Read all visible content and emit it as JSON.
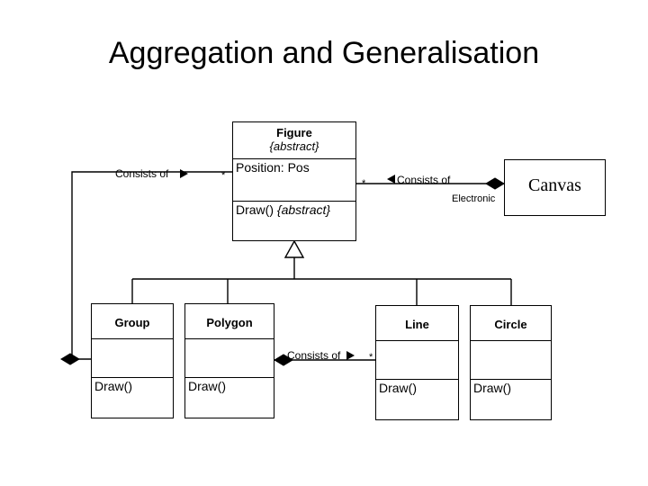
{
  "slide": {
    "title": "Aggregation and Generalisation",
    "background": "#ffffff",
    "line_color": "#000000"
  },
  "classes": {
    "figure": {
      "name": "Figure",
      "stereotype": "{abstract}",
      "attribute": "Position: Pos",
      "operation": "Draw()",
      "operation_modifier": "{abstract}"
    },
    "canvas": {
      "name": "Canvas"
    },
    "group": {
      "name": "Group",
      "operation": "Draw()"
    },
    "polygon": {
      "name": "Polygon",
      "operation": "Draw()"
    },
    "line": {
      "name": "Line",
      "operation": "Draw()"
    },
    "circle": {
      "name": "Circle",
      "operation": "Draw()"
    }
  },
  "relations": {
    "figure_group_aggregation": {
      "label": "Consists of",
      "arrow": "right-triangle",
      "multiplicity": "*",
      "diamond": "filled"
    },
    "canvas_figure_aggregation": {
      "label": "Consists of",
      "arrow": "left-triangle",
      "multiplicity": "*",
      "diamond": "filled",
      "note": "Electronic"
    },
    "polygon_line_aggregation": {
      "label": "Consists of",
      "arrow": "right-triangle",
      "multiplicity": "*",
      "diamond": "filled"
    },
    "generalisation": {
      "kind": "generalisation",
      "arrow": "hollow-triangle",
      "parent": "Figure",
      "children": [
        "Group",
        "Polygon",
        "Line",
        "Circle"
      ]
    }
  }
}
